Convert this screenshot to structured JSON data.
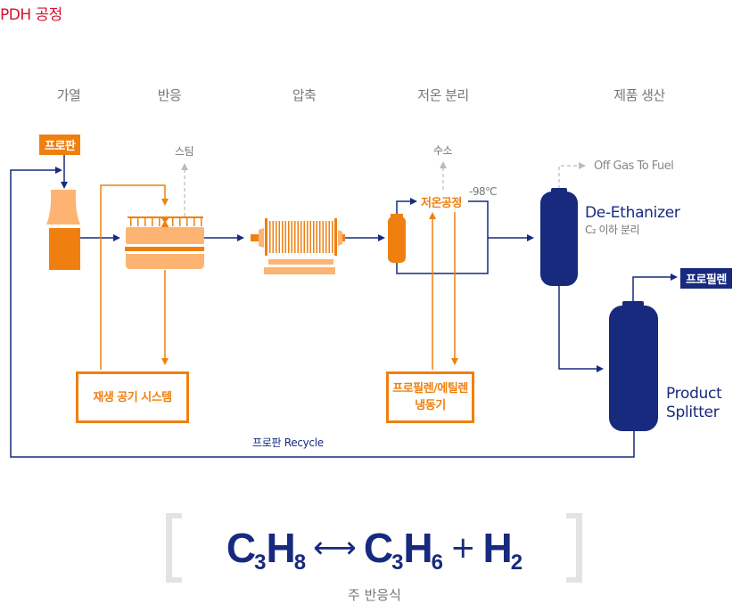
{
  "title": "PDH 공정",
  "stages": [
    "가열",
    "반응",
    "압축",
    "저온 분리",
    "제품 생산"
  ],
  "inputs": {
    "feed": "프로판",
    "steam": "스팀",
    "hydrogen": "수소"
  },
  "process": {
    "cold_process": "저온공정",
    "temperature": "-98℃",
    "off_gas": "Off Gas To Fuel",
    "de_ethanizer": "De-Ethanizer",
    "de_ethanizer_sub": "C₂ 이하 분리",
    "product": "프로필렌",
    "splitter_line1": "Product",
    "splitter_line2": "Splitter",
    "regen_system": "재생 공기 시스템",
    "refrig_line1": "프로필렌/에틸렌",
    "refrig_line2": "냉동기",
    "recycle": "프로판 Recycle"
  },
  "reaction": {
    "reactant": {
      "c": "C",
      "c_n": "3",
      "h": "H",
      "h_n": "8"
    },
    "arrow": "⟷",
    "product1": {
      "c": "C",
      "c_n": "3",
      "h": "H",
      "h_n": "6"
    },
    "plus": "+",
    "product2": {
      "h": "H",
      "h_n": "2"
    },
    "caption": "주 반응식"
  },
  "colors": {
    "orange": "#ef8010",
    "light_orange": "#fdb472",
    "navy": "#172a7e",
    "grey": "#bbbbbb",
    "title_red": "#d7102d"
  }
}
